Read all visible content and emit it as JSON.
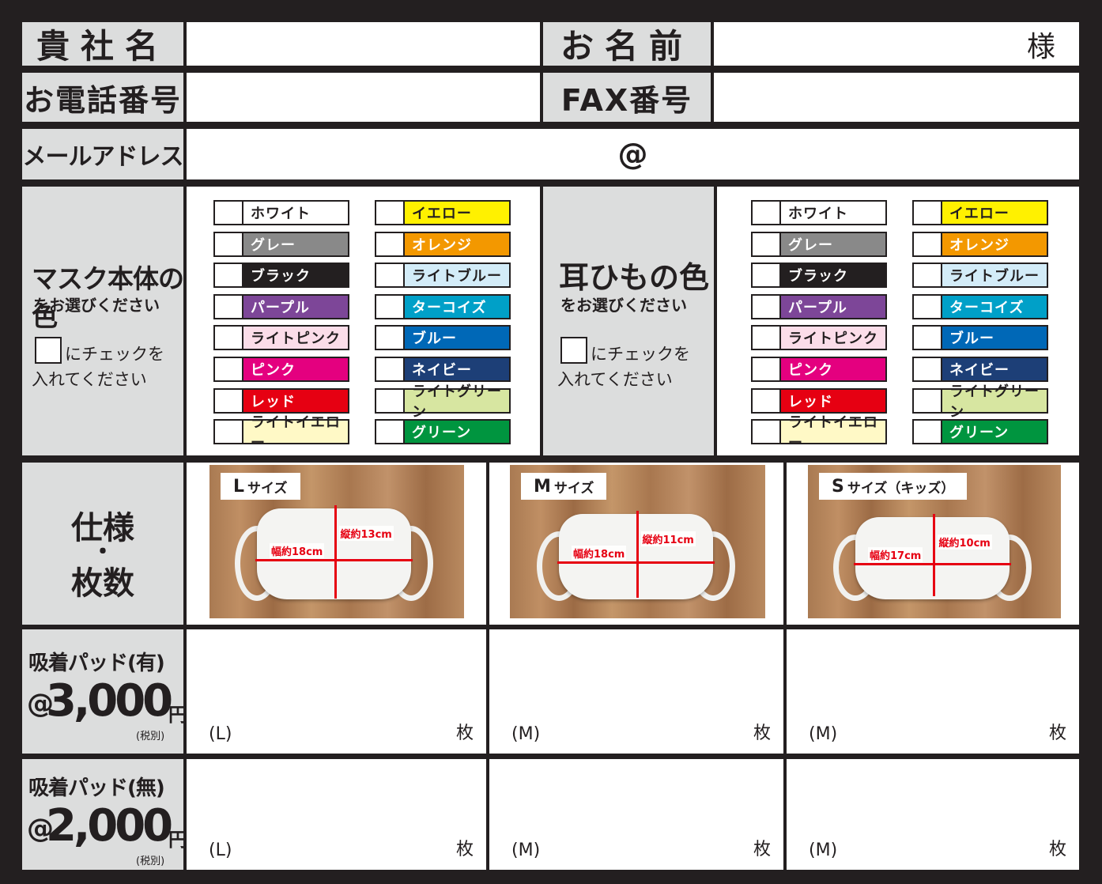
{
  "header": {
    "company_label": "貴社名",
    "name_label": "お名前",
    "name_suffix": "様",
    "phone_label": "お電話番号",
    "fax_label": "FAX番号",
    "email_label": "メールアドレス",
    "email_at": "@"
  },
  "body_color": {
    "title": "マスク本体の色",
    "title_sub": "をお選びください",
    "check_hint": "にチェックを",
    "check_hint2": "入れてください",
    "options_left": [
      "ホワイト",
      "グレー",
      "ブラック",
      "パープル",
      "ライトピンク",
      "ピンク",
      "レッド",
      "ライトイエロー"
    ],
    "options_right": [
      "イエロー",
      "オレンジ",
      "ライトブルー",
      "ターコイズ",
      "ブルー",
      "ネイビー",
      "ライトグリーン",
      "グリーン"
    ]
  },
  "ear_color": {
    "title": "耳ひもの色",
    "title_sub": "をお選びください",
    "check_hint": "にチェックを",
    "check_hint2": "入れてください",
    "options_left": [
      "ホワイト",
      "グレー",
      "ブラック",
      "パープル",
      "ライトピンク",
      "ピンク",
      "レッド",
      "ライトイエロー"
    ],
    "options_right": [
      "イエロー",
      "オレンジ",
      "ライトブルー",
      "ターコイズ",
      "ブルー",
      "ネイビー",
      "ライトグリーン",
      "グリーン"
    ]
  },
  "spec": {
    "label_line1": "仕様",
    "label_dot": "・",
    "label_line2": "枚数",
    "sizes": [
      {
        "letter": "L",
        "name": "サイズ",
        "width": "幅約18cm",
        "height": "縦約13cm"
      },
      {
        "letter": "M",
        "name": "サイズ",
        "width": "幅約18cm",
        "height": "縦約11cm"
      },
      {
        "letter": "S",
        "name": "サイズ（キッズ）",
        "width": "幅約17cm",
        "height": "縦約10cm"
      }
    ]
  },
  "pricing": [
    {
      "label": "吸着パッド(有)",
      "at": "@",
      "price": "3,000",
      "yen": "円",
      "tax": "(税別)",
      "cells": [
        {
          "size": "(L)",
          "unit": "枚"
        },
        {
          "size": "(M)",
          "unit": "枚"
        },
        {
          "size": "(M)",
          "unit": "枚"
        }
      ]
    },
    {
      "label": "吸着パッド(無)",
      "at": "@",
      "price": "2,000",
      "yen": "円",
      "tax": "(税別)",
      "cells": [
        {
          "size": "(L)",
          "unit": "枚"
        },
        {
          "size": "(M)",
          "unit": "枚"
        },
        {
          "size": "(M)",
          "unit": "枚"
        }
      ]
    }
  ]
}
